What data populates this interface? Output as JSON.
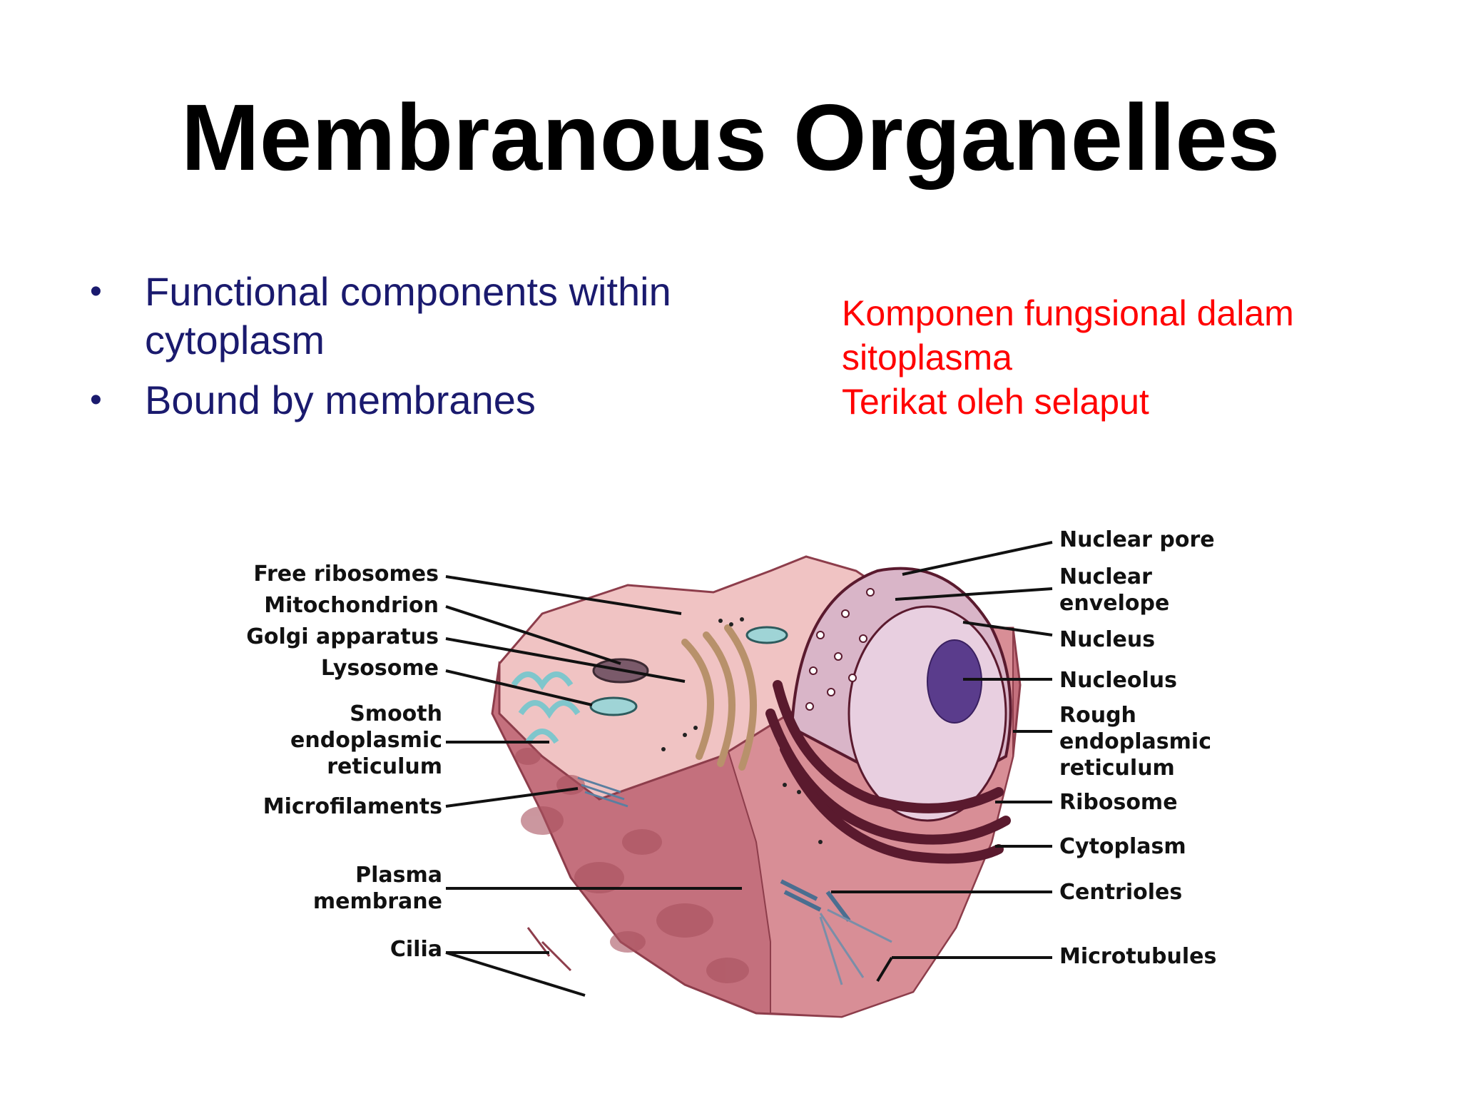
{
  "slide": {
    "title": "Membranous Organelles",
    "bullets": [
      "Functional components within cytoplasm",
      "Bound by membranes"
    ],
    "translation": [
      "Komponen fungsional dalam",
      "sitoplasma",
      "Terikat oleh selaput"
    ]
  },
  "diagram": {
    "labels_left": {
      "free_ribosomes": "Free ribosomes",
      "mitochondrion": "Mitochondrion",
      "golgi": "Golgi apparatus",
      "lysosome": "Lysosome",
      "smooth_er_1": "Smooth",
      "smooth_er_2": "endoplasmic",
      "smooth_er_3": "reticulum",
      "microfilaments": "Microfilaments",
      "plasma_1": "Plasma",
      "plasma_2": "membrane",
      "cilia": "Cilia"
    },
    "labels_right": {
      "nuclear_pore": "Nuclear pore",
      "nuclear_env_1": "Nuclear",
      "nuclear_env_2": "envelope",
      "nucleus": "Nucleus",
      "nucleolus": "Nucleolus",
      "rough_er_1": "Rough",
      "rough_er_2": "endoplasmic",
      "rough_er_3": "reticulum",
      "ribosome": "Ribosome",
      "cytoplasm": "Cytoplasm",
      "centrioles": "Centrioles",
      "microtubules": "Microtubules"
    }
  },
  "colors": {
    "title": "#000000",
    "bullets": "#1a1a6e",
    "translation": "#ff0000",
    "cell_body": "#c4707d",
    "cell_top": "#f0c3c3",
    "nucleus": "#d9b5c8",
    "nucleolus": "#5a3c8c",
    "rough_er": "#5a1a2e"
  }
}
